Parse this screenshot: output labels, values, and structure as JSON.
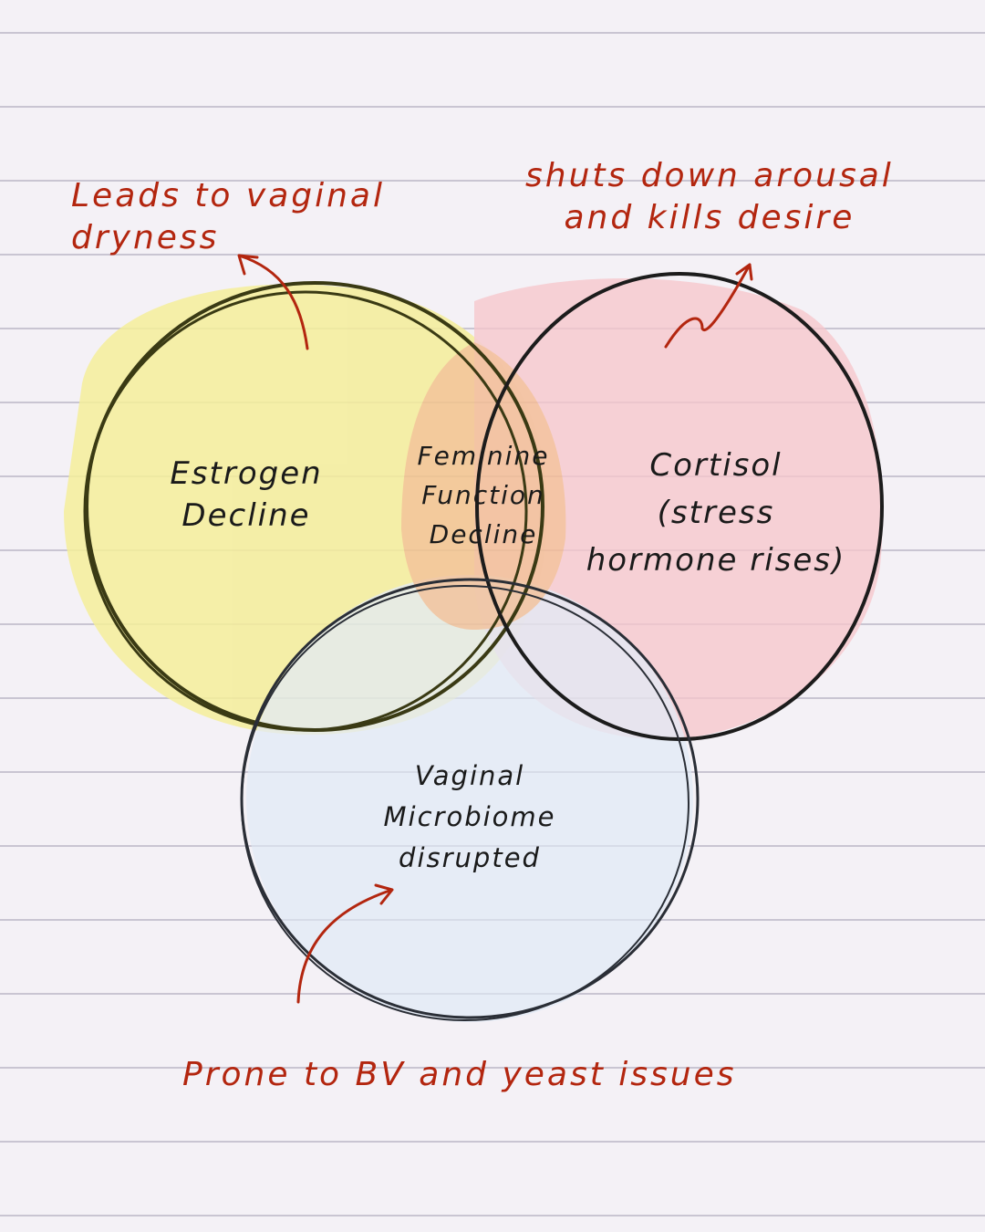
{
  "circles": {
    "estrogen": {
      "label_line1": "Estrogen",
      "label_line2": "Decline",
      "fill": "#f5ee9a"
    },
    "cortisol": {
      "label_line1": "Cortisol",
      "label_line2": "(stress",
      "label_line3": "hormone rises)",
      "fill": "#f6c6cb"
    },
    "microbiome": {
      "label_line1": "Vaginal",
      "label_line2": "Microbiome",
      "label_line3": "disrupted",
      "fill": "#dfe9f6"
    },
    "center": {
      "label_line1": "Feminine",
      "label_line2": "Function",
      "label_line3": "Decline",
      "fill": "#f3c28a"
    }
  },
  "notes": {
    "estrogen_line1": "Leads to vaginal",
    "estrogen_line2": "dryness",
    "cortisol_line1": "shuts down arousal",
    "cortisol_line2": "and kills desire",
    "microbiome": "Prone to BV and yeast issues"
  },
  "colors": {
    "annotation": "#b3260f",
    "outline": "#1c1c1c",
    "paper": "#f4f1f6"
  }
}
